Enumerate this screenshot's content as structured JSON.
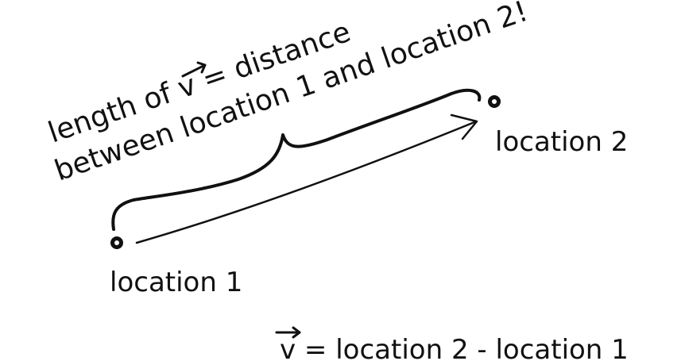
{
  "caption": {
    "line1_prefix": "length of ",
    "line1_vector": "v",
    "line1_suffix": " = distance",
    "line2": "between location 1 and location 2!"
  },
  "points": {
    "location1": "location 1",
    "location2": "location 2"
  },
  "equation": {
    "vector": "v",
    "rest": " = location 2 - location 1"
  },
  "colors": {
    "ink": "#111111",
    "background": "#ffffff"
  }
}
